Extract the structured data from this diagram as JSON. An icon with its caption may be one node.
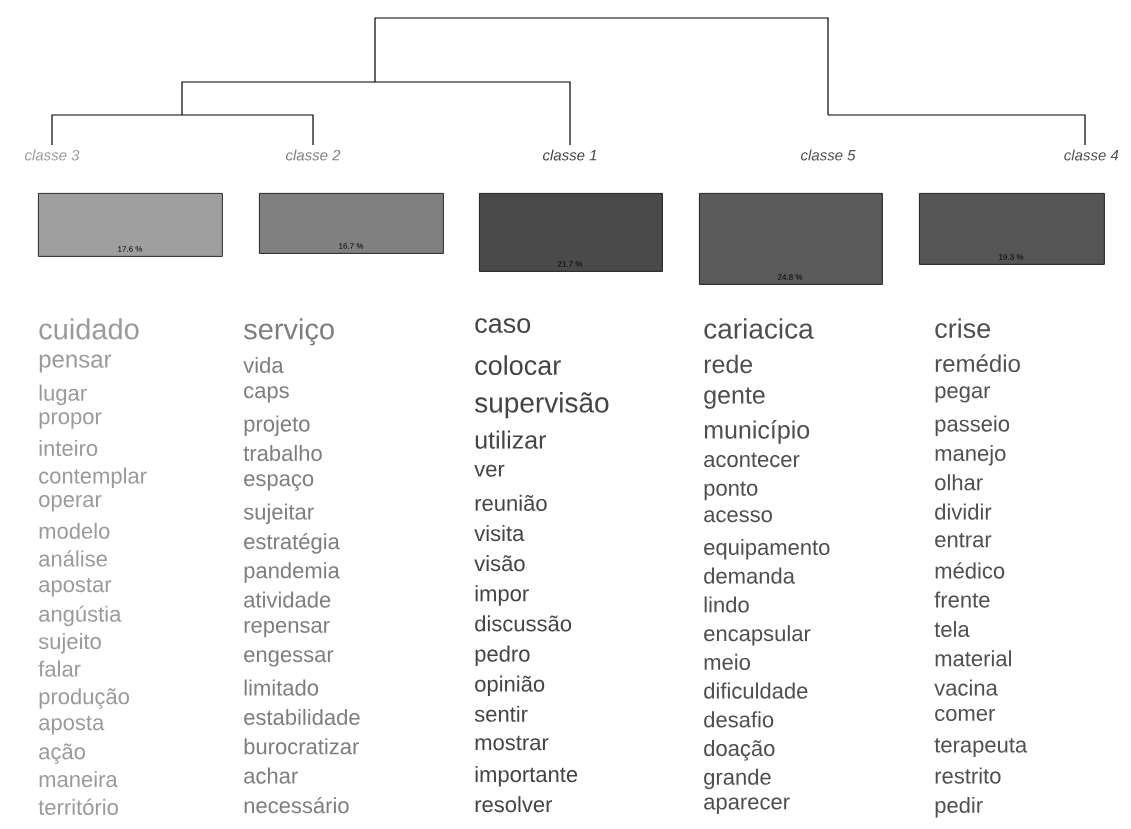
{
  "diagram": {
    "nodes": [
      {
        "text": [
          "classe 3",
          "17.6 %"
        ]
      },
      {
        "text": [
          "classe 2",
          "16.7 %"
        ]
      },
      {
        "text": [
          "classe 1",
          "21.7 %"
        ]
      },
      {
        "text": [
          "classe 5",
          "24.8 %"
        ]
      },
      {
        "text": [
          "classe 4",
          "19.3 %"
        ]
      }
    ],
    "labels": [
      "cuidado",
      "pensar",
      "lugar",
      "propor",
      "inteiro",
      "contemplar",
      "operar",
      "modelo",
      "análise",
      "apostar",
      "angústia",
      "sujeito",
      "falar",
      "produção",
      "aposta",
      "ação",
      "maneira",
      "território",
      "serviço",
      "vida",
      "caps",
      "projeto",
      "trabalho",
      "espaço",
      "sujeitar",
      "estratégia",
      "pandemia",
      "atividade",
      "repensar",
      "engessar",
      "limitado",
      "estabilidade",
      "burocratizar",
      "achar",
      "necessário",
      "caso",
      "colocar",
      "supervisão",
      "utilizar",
      "ver",
      "reunião",
      "visita",
      "visão",
      "impor",
      "discussão",
      "pedro",
      "opinião",
      "sentir",
      "mostrar",
      "importante",
      "resolver",
      "cariacica",
      "rede",
      "gente",
      "município",
      "acontecer",
      "ponto",
      "acesso",
      "equipamento",
      "demanda",
      "lindo",
      "encapsular",
      "meio",
      "dificuldade",
      "desafio",
      "doação",
      "grande",
      "aparecer",
      "crise",
      "remédio",
      "pegar",
      "passeio",
      "manejo",
      "olhar",
      "dividir",
      "entrar",
      "médico",
      "frente",
      "tela",
      "material",
      "vacina",
      "comer",
      "terapeuta",
      "restrito",
      "pedir"
    ]
  }
}
